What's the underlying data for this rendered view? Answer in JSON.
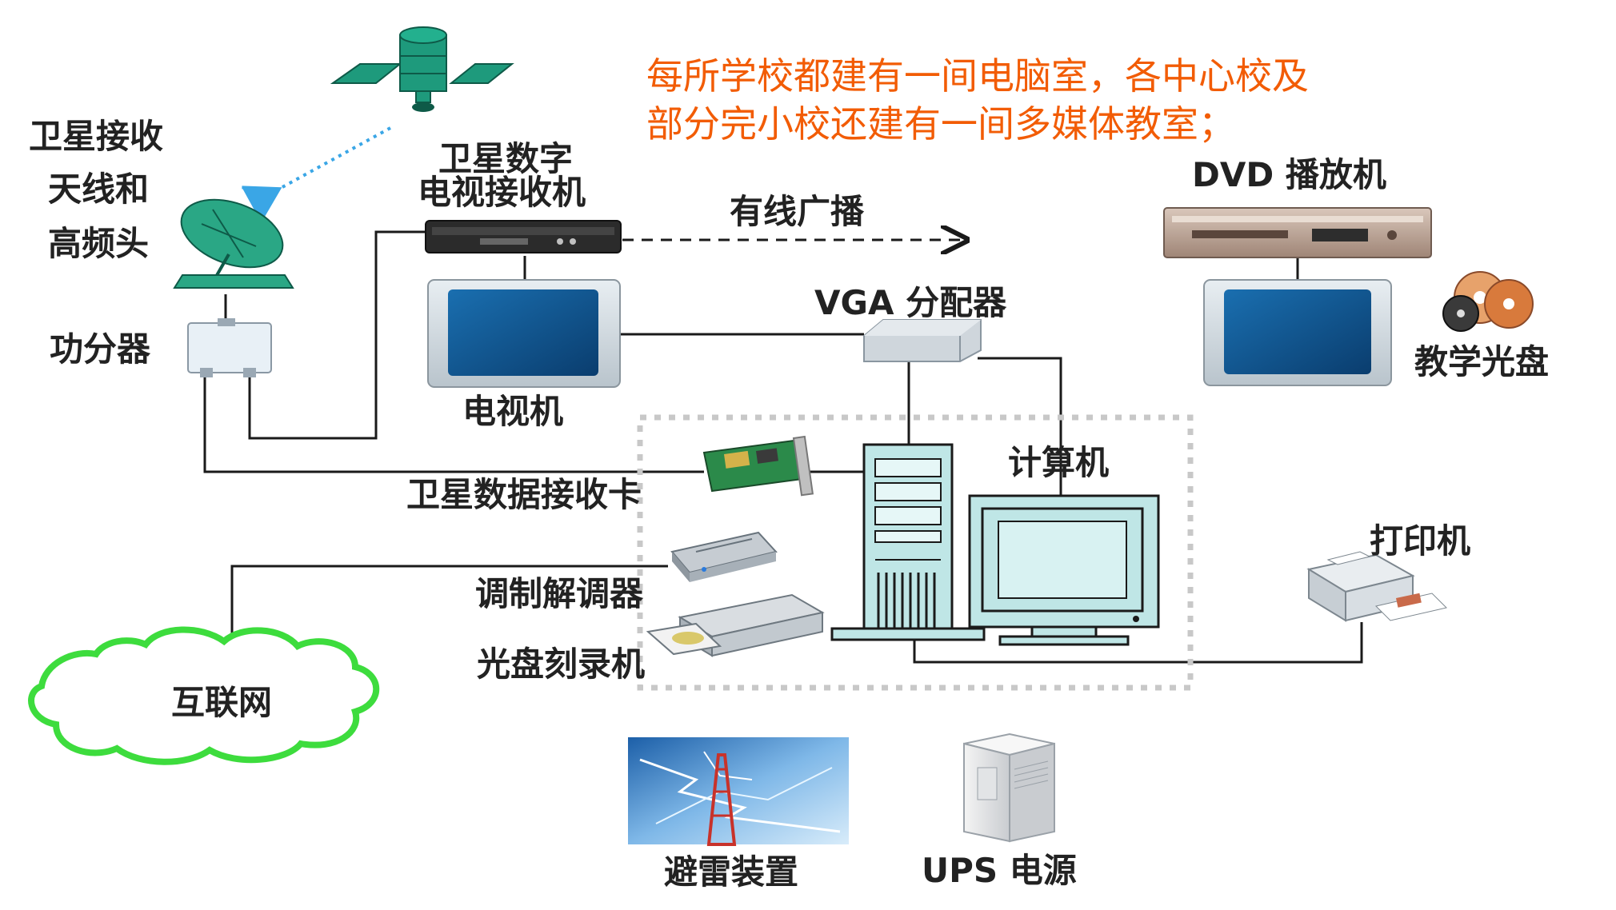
{
  "note": {
    "line1": "每所学校都建有一间电脑室，各中心校及",
    "line2": "部分完小校还建有一间多媒体教室；",
    "color": "#f25c05"
  },
  "labels": {
    "satellite_antenna_line1": "卫星接收",
    "satellite_antenna_line2": "天线和",
    "satellite_antenna_line3": "高频头",
    "splitter": "功分器",
    "digital_tv_receiver_line1": "卫星数字",
    "digital_tv_receiver_line2": "电视接收机",
    "cable_broadcast": "有线广播",
    "dvd_player": "DVD 播放机",
    "vga_distributor": "VGA 分配器",
    "teaching_disc": "教学光盘",
    "television": "电视机",
    "computer": "计算机",
    "satellite_data_card": "卫星数据接收卡",
    "modem": "调制解调器",
    "disc_burner": "光盘刻录机",
    "printer": "打印机",
    "internet": "互联网",
    "lightning_protection": "避雷装置",
    "ups": "UPS 电源"
  },
  "colors": {
    "line": "#1a1a1a",
    "screen": "#0b4f8a",
    "monitor_body": "#bfe6e6",
    "cloud_stroke": "#3ddc3d",
    "satellite_green": "#1e9a7c",
    "dashed_box": "#c8c8c8",
    "signal_arrow": "#3aa6e6"
  }
}
